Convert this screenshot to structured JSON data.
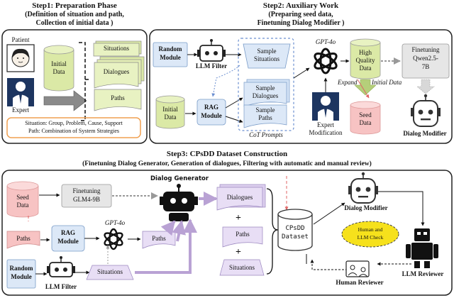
{
  "step1": {
    "title": "Step1:  Preparation Phase",
    "subtitle_line1": "(Definition of situation and path,",
    "subtitle_line2": "Collection of initial data )",
    "patient_label": "Patient",
    "expert_label": "Expert",
    "initial_data_line1": "Initial",
    "initial_data_line2": "Data",
    "situations": "Situations",
    "dialogues": "Dialogues",
    "paths": "Paths",
    "note_line1": "Situation: Group, Problem, Cause, Support",
    "note_line2": "Path: Combination of System Strategies"
  },
  "step2": {
    "title": "Step2:  Auxiliary Work",
    "subtitle_line1": "(Preparing seed data,",
    "subtitle_line2": "Finetuning Dialog Modifier )",
    "random_module_line1": "Random",
    "random_module_line2": "Module",
    "llm_filter": "LLM Filter",
    "initial_data_line1": "Initial",
    "initial_data_line2": "Data",
    "rag_module_line1": "RAG",
    "rag_module_line2": "Module",
    "sample_situations_line1": "Sample",
    "sample_situations_line2": "Situations",
    "sample_dialogues_line1": "Sample",
    "sample_dialogues_line2": "Dialogues",
    "sample_paths_line1": "Sample",
    "sample_paths_line2": "Paths",
    "cot_prompts": "CoT Prompts",
    "gpt": "GPT-4o",
    "high_quality_line1": "High",
    "high_quality_line2": "Quality",
    "high_quality_line3": "Data",
    "expand": "Expand",
    "initial_data_inline": "Initial Data",
    "finetuning_line1": "Finetuning",
    "finetuning_line2": "Qwen2.5-",
    "finetuning_line3": "7B",
    "expert_mod_line1": "Expert",
    "expert_mod_line2": "Modification",
    "seed_data_line1": "Seed",
    "seed_data_line2": "Data",
    "dialog_modifier": "Dialog Modifier"
  },
  "step3": {
    "title": "Step3:  CPsDD Dataset Construction",
    "subtitle": "(Finetuning Dialog Generator, Generation of dialogues, Filtering with automatic and manual review)",
    "seed_data_line1": "Seed",
    "seed_data_line2": "Data",
    "finetuning_line1": "Finetuning",
    "finetuning_line2": "GLM4-9B",
    "dialog_generator": "Dialog Generator",
    "dialogues": "Dialogues",
    "paths": "Paths",
    "situations": "Situations",
    "plus": "+",
    "paths_left": "Paths",
    "rag_line1": "RAG",
    "rag_line2": "Module",
    "gpt": "GPT-4o",
    "paths_mid": "Paths",
    "random_line1": "Random",
    "random_line2": "Module",
    "llm_filter": "LLM Filter",
    "situations_mid": "Situations",
    "cpsdd_line1": "CPsDD",
    "cpsdd_line2": "Dataset",
    "dialog_modifier": "Dialog Modifier",
    "check_line1": "Human and",
    "check_line2": "LLM Check",
    "human_reviewer": "Human Reviewer",
    "llm_reviewer": "LLM Reviewer"
  }
}
